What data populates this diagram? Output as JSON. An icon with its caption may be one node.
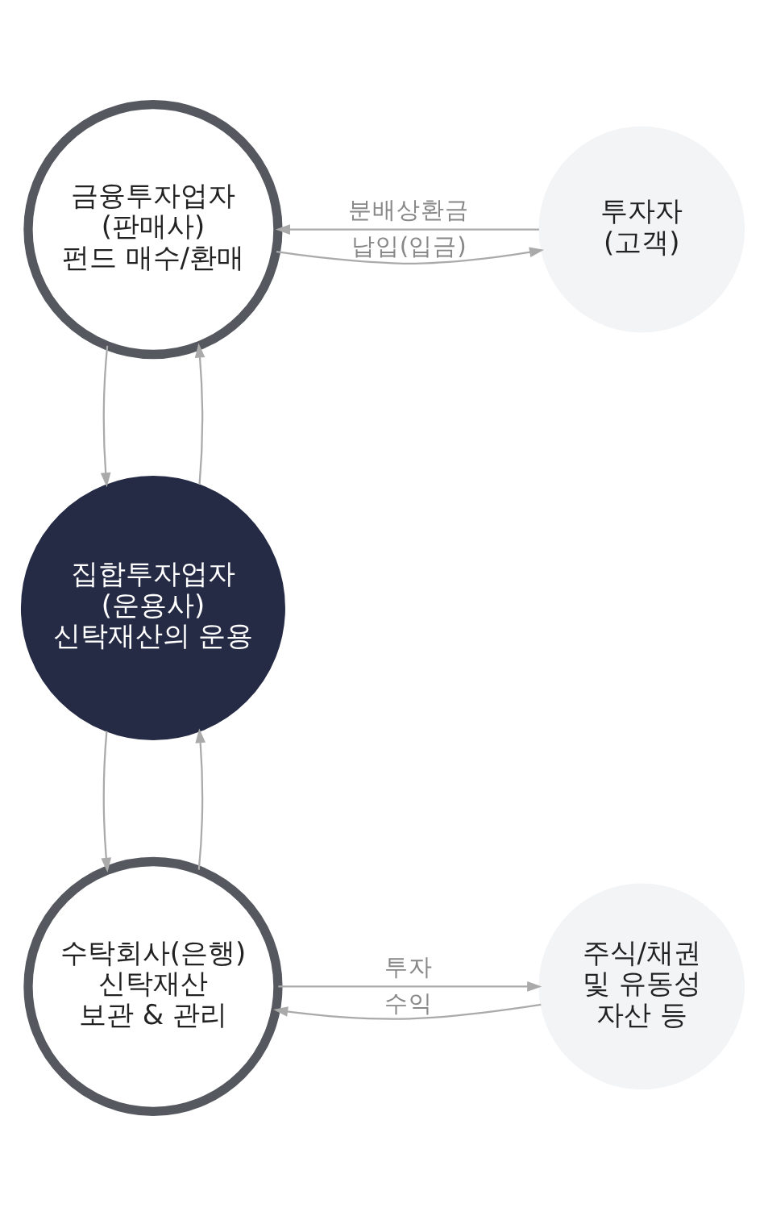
{
  "diagram": {
    "nodes": [
      {
        "text": [
          "금융투자업자",
          "(판매사)",
          "펀드 매수/환매"
        ]
      },
      {
        "text": [
          "투자자",
          "(고객)"
        ]
      },
      {
        "text": [
          "집합투자업자",
          "(운용사)",
          "신탁재산의 운용"
        ]
      },
      {
        "text": [
          "수탁회사(은행)",
          "신탁재산",
          "보관 & 관리"
        ]
      },
      {
        "text": [
          "주식/채권",
          "및 유동성",
          "자산 등"
        ]
      }
    ],
    "edges": [
      {
        "from": 0,
        "to": 1,
        "arrow": "to",
        "label": "납입(입금)"
      },
      {
        "from": 1,
        "to": 0,
        "arrow": "to",
        "label": "분배상환금"
      },
      {
        "from": 2,
        "to": 0,
        "arrow": "to"
      },
      {
        "from": 0,
        "to": 2,
        "arrow": "to"
      },
      {
        "from": 3,
        "to": 2,
        "arrow": "to"
      },
      {
        "from": 2,
        "to": 3,
        "arrow": "to"
      },
      {
        "from": 3,
        "to": 4,
        "arrow": "to",
        "label": "투자"
      },
      {
        "from": 4,
        "to": 3,
        "arrow": "to",
        "label": "수익"
      }
    ]
  }
}
